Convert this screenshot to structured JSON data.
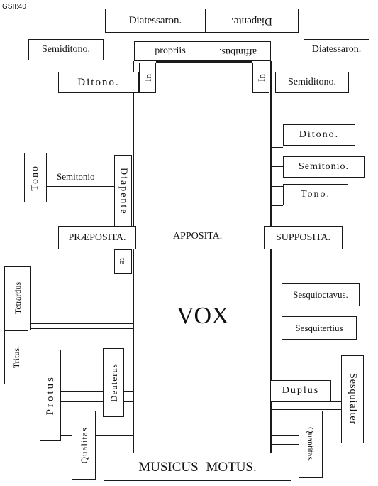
{
  "page_label": "GSII:40",
  "top": {
    "diatessaron": "Diatessaron.",
    "diapente": "Diapente.",
    "propriis": "propriis",
    "affinibus": "affinibus.",
    "semiditono_left": "Semiditono.",
    "diatessaron_right": "Diatessaron.",
    "ditono_left": "Ditono.",
    "in_left": "In",
    "in_right": "In",
    "semiditono_right": "Semiditono."
  },
  "left": {
    "tono": "Tono",
    "semitonio": "Semitonio",
    "diapente": "Diapente",
    "te": "te",
    "tetrardus": "Tetrardus",
    "tritus": "Tritus.",
    "protus": "Protus",
    "deuterus": "Deuterus",
    "qualitas": "Qualitas"
  },
  "middle": {
    "praeposita": "PRÆPOSITA.",
    "apposita": "APPOSITA.",
    "supposita": "SUPPOSITA.",
    "vox": "VOX"
  },
  "right": {
    "ditono": "Ditono.",
    "semitonio": "Semitonio.",
    "tono": "Tono.",
    "sesquioctavus": "Sesquioctavus.",
    "sesquitertius": "Sesquitertius",
    "duplus": "Duplus",
    "sesquialter": "Sesquialter",
    "quantitas": "Quantitas."
  },
  "bottom": {
    "musicus_motus": "MUSICUS MOTUS."
  }
}
